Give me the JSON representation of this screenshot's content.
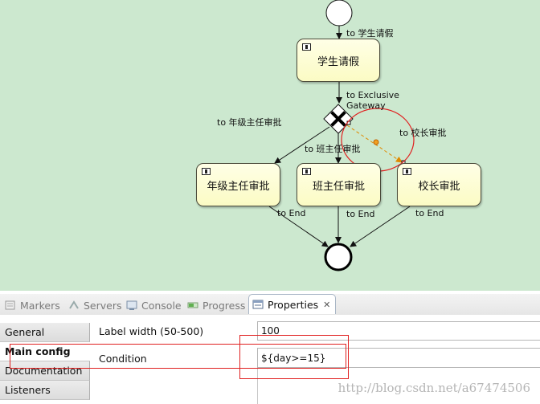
{
  "diagram": {
    "tasks": [
      {
        "id": "student_leave",
        "label": "学生请假"
      },
      {
        "id": "grade_director",
        "label": "年级主任审批"
      },
      {
        "id": "class_teacher",
        "label": "班主任审批"
      },
      {
        "id": "principal",
        "label": "校长审批"
      }
    ],
    "flow_labels": {
      "to_student": "to 学生请假",
      "to_gateway": "to Exclusive Gateway",
      "to_grade": "to 年级主任审批",
      "to_class": "to 班主任审批",
      "to_principal": "to 校长审批",
      "to_end_1": "to End",
      "to_end_2": "to End",
      "to_end_3": "to End"
    },
    "colors": {
      "canvas_bg": "#cce8cf",
      "task_fill": "#fbfbc4",
      "annotation_red": "#e02020",
      "selected_flow": "#e08a00"
    }
  },
  "panel": {
    "tabs": [
      {
        "label": "Markers",
        "icon": "markers-icon"
      },
      {
        "label": "Servers",
        "icon": "servers-icon"
      },
      {
        "label": "Console",
        "icon": "console-icon"
      },
      {
        "label": "Progress",
        "icon": "progress-icon"
      },
      {
        "label": "Properties",
        "icon": "properties-icon",
        "active": true
      }
    ],
    "close_glyph": "✕",
    "side_tabs": [
      {
        "label": "General"
      },
      {
        "label": "Main config",
        "selected": true
      },
      {
        "label": "Documentation"
      },
      {
        "label": "Listeners"
      }
    ],
    "fields": {
      "label_width": {
        "label": "Label width (50-500)",
        "value": "100"
      },
      "condition": {
        "label": "Condition",
        "value": "${day>=15}"
      }
    }
  },
  "watermark": "http://blog.csdn.net/a67474506"
}
